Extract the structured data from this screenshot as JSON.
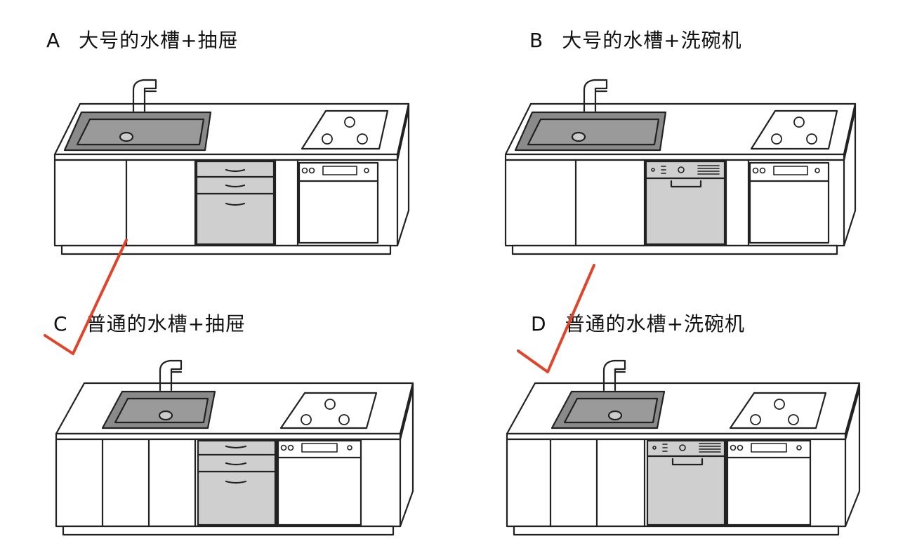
{
  "colors": {
    "ink": "#222222",
    "sink": "#8a8a8a",
    "shade": "#cfcfcf",
    "check": "#e0442a"
  },
  "panels": [
    {
      "letter": "A",
      "title": "大号的水槽+抽屉",
      "sink_size": "large",
      "module": "drawers",
      "checked": false
    },
    {
      "letter": "B",
      "title": "大号的水槽+洗碗机",
      "sink_size": "large",
      "module": "dishwasher",
      "checked": false
    },
    {
      "letter": "C",
      "title": "普通的水槽+抽屉",
      "sink_size": "normal",
      "module": "drawers",
      "checked": true
    },
    {
      "letter": "D",
      "title": "普通的水槽+洗碗机",
      "sink_size": "normal",
      "module": "dishwasher",
      "checked": true
    }
  ]
}
